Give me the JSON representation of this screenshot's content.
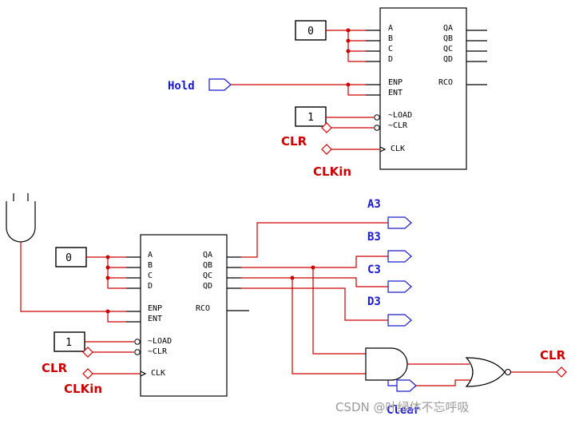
{
  "counter_top": {
    "inputs": [
      "A",
      "B",
      "C",
      "D",
      "ENP",
      "ENT",
      "~LOAD",
      "~CLR",
      "CLK"
    ],
    "outputs": [
      "QA",
      "QB",
      "QC",
      "QD",
      "RCO"
    ]
  },
  "counter_bottom": {
    "inputs": [
      "A",
      "B",
      "C",
      "D",
      "ENP",
      "ENT",
      "~LOAD",
      "~CLR",
      "CLK"
    ],
    "outputs": [
      "QA",
      "QB",
      "QC",
      "QD",
      "RCO"
    ]
  },
  "constants": {
    "top_data": "0",
    "top_load": "1",
    "bottom_data": "0",
    "bottom_load": "1"
  },
  "net_labels": {
    "hold": "Hold",
    "clr_top": "CLR",
    "clkin_top": "CLKin",
    "a3": "A3",
    "b3": "B3",
    "c3": "C3",
    "d3": "D3",
    "clr_bottom": "CLR",
    "clkin_bottom": "CLKin",
    "clr_out": "CLR",
    "clear": "Clear"
  },
  "watermark": "CSDN @叶绿体不忘呼吸",
  "colors": {
    "wire_red": "#cc0000",
    "wire_black": "#000000",
    "label_blue": "#1a1acc"
  }
}
